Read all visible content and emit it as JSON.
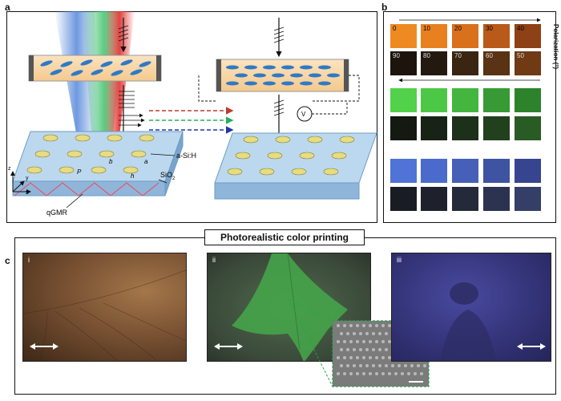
{
  "panels": {
    "a": {
      "letter": "a",
      "labels": {
        "material": "a-Si:H",
        "substrate": "SiO",
        "substrate_sub": "2",
        "grating": "qGMR",
        "period": "P",
        "height": "h",
        "b_dim": "b",
        "a_dim": "a",
        "axis_x": "x",
        "axis_y": "y",
        "axis_z": "z",
        "voltage": "V"
      }
    },
    "b": {
      "letter": "b",
      "axis_label": "Polarization (°)",
      "top_row_values": [
        "0",
        "10",
        "20",
        "30",
        "40"
      ],
      "bottom_row_values": [
        "90",
        "80",
        "70",
        "60",
        "50"
      ],
      "colors": {
        "orange_top": [
          "#ee8a22",
          "#e8801f",
          "#d8701c",
          "#b9591a",
          "#8e4116"
        ],
        "orange_bottom": [
          "#1c140d",
          "#241910",
          "#3a2412",
          "#5a3214",
          "#6f3a14"
        ],
        "green_top": [
          "#52d14a",
          "#4dc846",
          "#44b63f",
          "#379a35",
          "#2d822c"
        ],
        "green_bottom": [
          "#141a12",
          "#182316",
          "#1d3019",
          "#22401d",
          "#2a5b25"
        ],
        "blue_top": [
          "#4f73d6",
          "#4a6bcc",
          "#4660b9",
          "#3f53a3",
          "#374590"
        ],
        "blue_bottom": [
          "#1a1c24",
          "#1e212b",
          "#252a3a",
          "#2c3350",
          "#353e67"
        ]
      }
    },
    "c": {
      "letter": "c",
      "title": "Photorealistic color printing",
      "images": [
        {
          "label": "i"
        },
        {
          "label": "ii"
        },
        {
          "label": "iii"
        }
      ]
    }
  }
}
